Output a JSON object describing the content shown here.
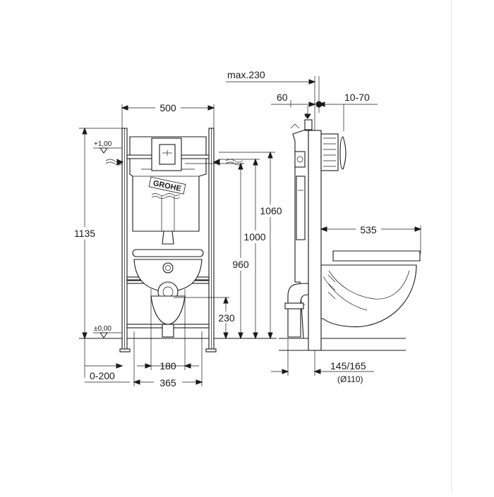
{
  "brand": "GROHE",
  "left_view": {
    "width_top": "500",
    "height_overall": "1135",
    "height_1060": "1060",
    "height_1000": "1000",
    "height_960": "960",
    "height_230": "230",
    "level_top": "+1,00",
    "level_floor": "±0,00",
    "width_180": "180",
    "width_365": "365",
    "offset_0_200": "0-200"
  },
  "right_view": {
    "max_230": "max.230",
    "depth_60": "60",
    "depth_10_70": "10-70",
    "bowl_535": "535",
    "outlet_145_165": "145/165",
    "diameter_110": "(Ø110)"
  },
  "colors": {
    "line": "#1a1a1a",
    "background": "#ffffff",
    "page_edge": "#e0e0e0"
  }
}
